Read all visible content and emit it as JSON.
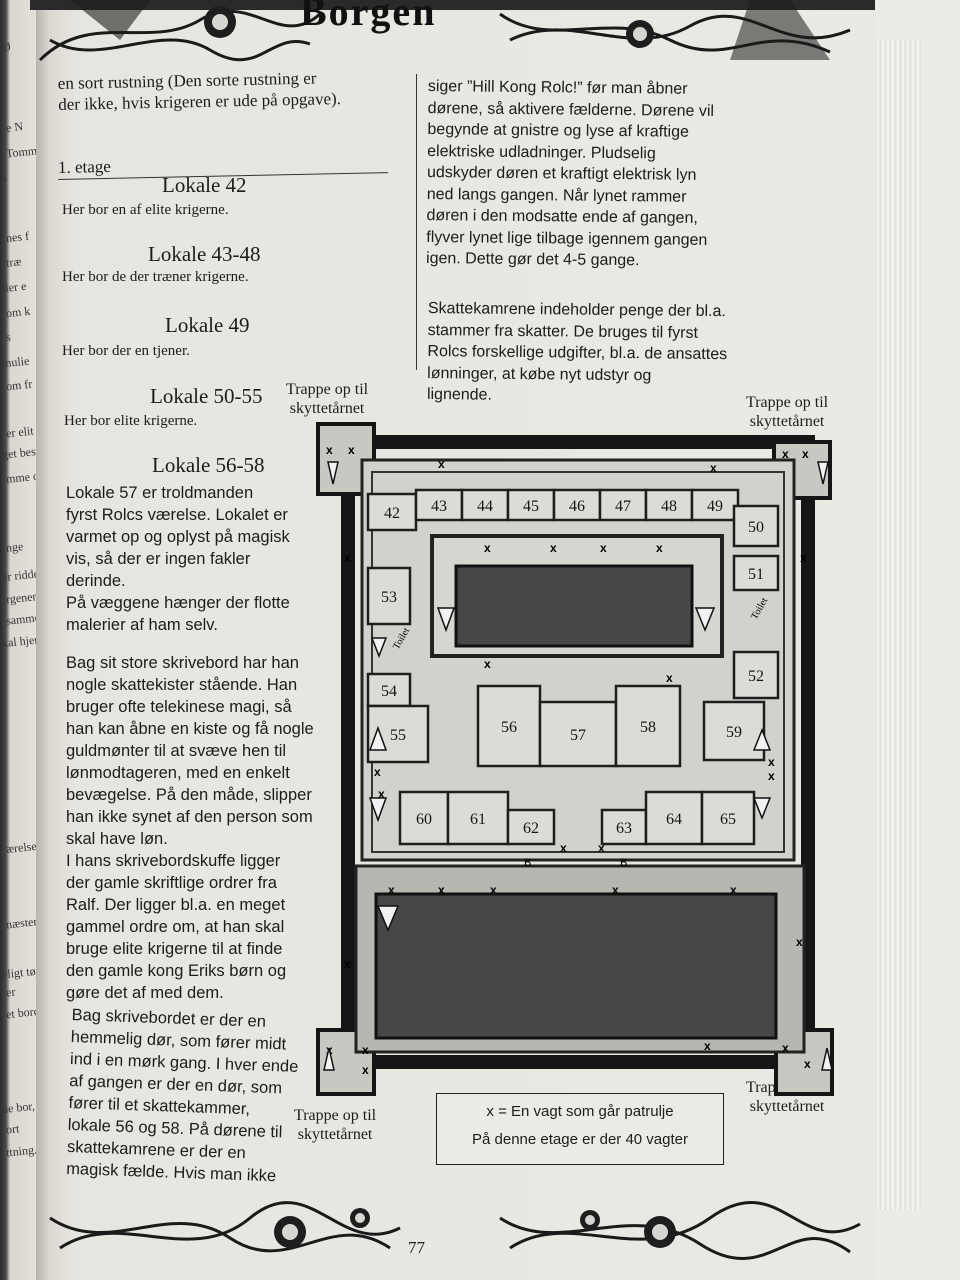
{
  "header": {
    "title": "Borgen"
  },
  "page_number": "77",
  "left_column": {
    "intro": [
      "en sort rustning (Den sorte rustning er",
      "der ikke, hvis krigeren er ude på opgave)."
    ],
    "section_heading": "1. etage",
    "rooms": [
      {
        "heading": "Lokale 42",
        "text": "Her bor en af elite krigerne."
      },
      {
        "heading": "Lokale 43-48",
        "text": "Her bor de der træner krigerne."
      },
      {
        "heading": "Lokale 49",
        "text": "Her bor der en tjener."
      },
      {
        "heading": "Lokale 50-55",
        "text": "Her bor elite krigerne."
      },
      {
        "heading": "Lokale 56-58",
        "text": ""
      }
    ],
    "room56_lines": [
      "Lokale 57 er troldmanden",
      "fyrst Rolcs værelse. Lokalet er",
      "varmet op og oplyst på magisk",
      "vis, så der er ingen fakler",
      "derinde.",
      "På væggene hænger der flotte",
      "malerier af ham selv."
    ],
    "para2_lines": [
      "Bag sit store skrivebord har han",
      "nogle skattekister stående. Han",
      "bruger ofte telekinese magi, så",
      "han kan åbne en kiste og få nogle",
      "guldmønter til at svæve hen til",
      "lønmodtageren, med en enkelt",
      "bevægelse. På den måde, slipper",
      "han ikke synet af den person som",
      "skal have løn.",
      "I hans skrivebordskuffe ligger",
      "der gamle skriftlige ordrer fra",
      "Ralf. Der ligger bl.a. en meget",
      "gammel ordre om, at han skal",
      "bruge elite krigerne til at finde",
      "den gamle kong Eriks børn og",
      "gøre det af med dem."
    ],
    "para3_lines": [
      "Bag skrivebordet er der en",
      "hemmelig dør, som fører midt",
      "ind i en mørk gang. I hver ende",
      "af gangen er der en dør, som",
      "fører til et skattekammer,",
      "lokale 56 og 58. På dørene til",
      "skattekamrene er der en",
      "magisk fælde. Hvis man ikke"
    ]
  },
  "right_column": {
    "para1_lines": [
      "siger ”Hill Kong Rolc!” før man åbner",
      "dørene, så aktivere fælderne. Dørene vil",
      "begynde at gnistre og lyse af kraftige",
      "elektriske udladninger. Pludselig",
      "udskyder døren et kraftigt elektrisk lyn",
      "ned langs gangen. Når lynet rammer",
      "døren i den modsatte ende af gangen,",
      "flyver lynet lige tilbage igennem gangen",
      "igen. Dette gør det 4-5 gange."
    ],
    "para2_lines": [
      "Skattekamrene indeholder penge der bl.a.",
      "stammer fra skatter. De bruges til fyrst",
      "Rolcs forskellige udgifter, bl.a. de ansattes",
      "lønninger, at købe nyt udstyr og",
      "lignende."
    ]
  },
  "map": {
    "stair_label": [
      "Trappe op til",
      "skyttetårnet"
    ],
    "rooms": [
      "42",
      "43",
      "44",
      "45",
      "46",
      "47",
      "48",
      "49",
      "50",
      "51",
      "52",
      "53",
      "54",
      "55",
      "56",
      "57",
      "58",
      "59",
      "60",
      "61",
      "62",
      "63",
      "64",
      "65"
    ],
    "toilet_label": "Toilet",
    "guard_mark": "x",
    "door_mark": "B",
    "legend_line1": "x = En vagt som går patrulje",
    "legend_line2": "På denne etage er der 40 vagter"
  },
  "left_page_fragments": [
    "Ø",
    "e N",
    "Tomm",
    "s",
    "nes f",
    "træ",
    "ller e",
    "om k",
    "s",
    "mulie",
    "om fr",
    "er elit",
    "get besvær",
    "mme og",
    "nge",
    "er ridder",
    "rgenen m",
    "samme",
    "kal hjem",
    "ærelse g",
    "næsten de",
    "eligt tøj e",
    "er",
    "et bord m",
    "ne bor, d",
    "ort",
    "ttning."
  ]
}
